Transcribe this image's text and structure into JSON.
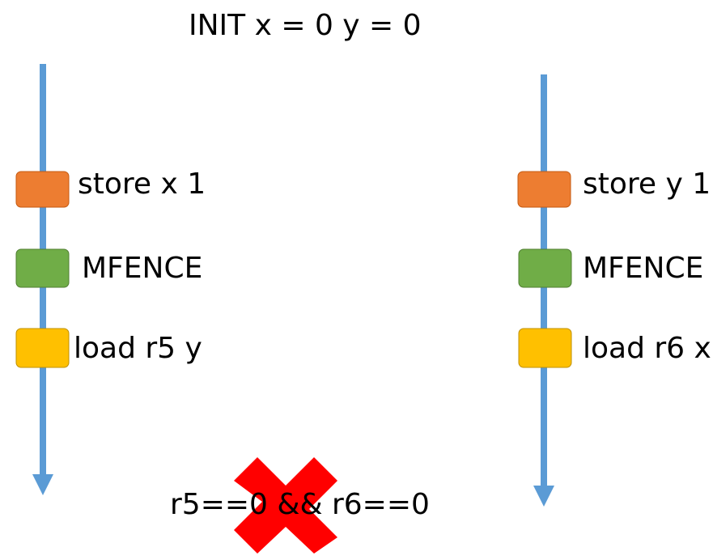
{
  "title": "INIT x = 0 y = 0",
  "colors": {
    "timeline": "#5b9bd5",
    "store": "#ed7d31",
    "fence": "#70ad47",
    "load": "#ffc000",
    "cross": "#ff0000"
  },
  "threads": [
    {
      "ops": [
        {
          "kind": "store",
          "icon": "orange-block-icon",
          "label": "store x 1"
        },
        {
          "kind": "fence",
          "icon": "green-block-icon",
          "label": "MFENCE"
        },
        {
          "kind": "load",
          "icon": "yellow-block-icon",
          "label": "load r5 y"
        }
      ]
    },
    {
      "ops": [
        {
          "kind": "store",
          "icon": "orange-block-icon",
          "label": "store y 1"
        },
        {
          "kind": "fence",
          "icon": "green-block-icon",
          "label": "MFENCE"
        },
        {
          "kind": "load",
          "icon": "yellow-block-icon",
          "label": "load r6 x"
        }
      ]
    }
  ],
  "outcome": {
    "label": "r5==0 && r6==0",
    "icon": "red-cross-icon"
  }
}
